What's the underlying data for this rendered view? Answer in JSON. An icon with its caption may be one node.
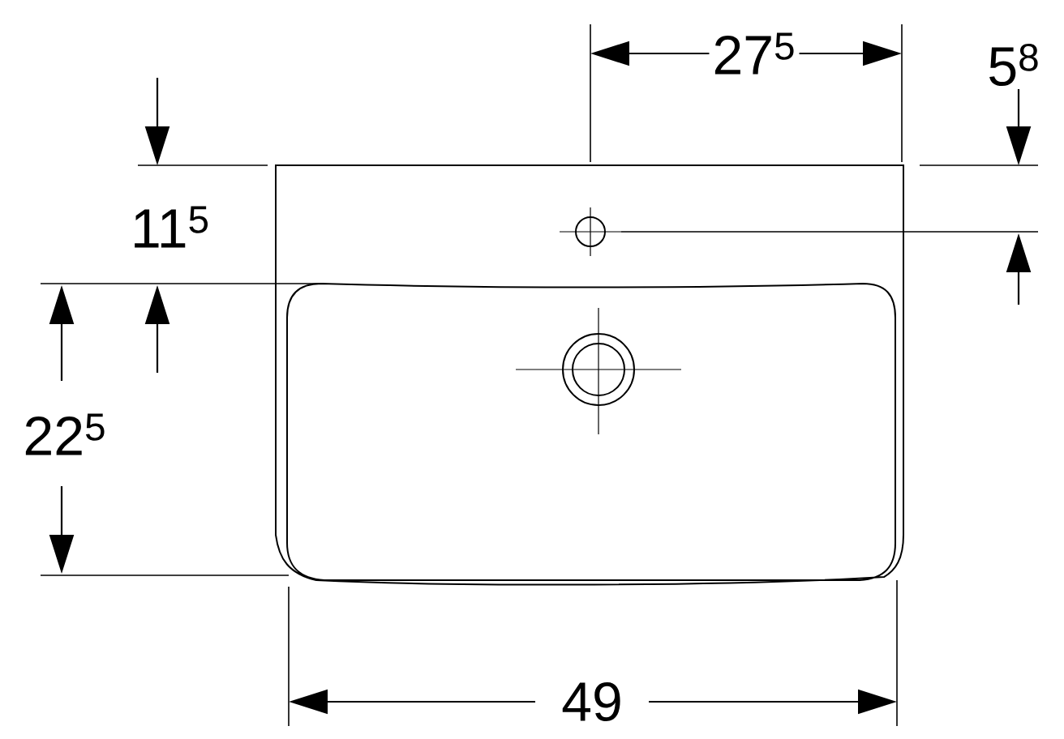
{
  "diagram": {
    "labels": [
      "27$^{5}$",
      "5$^{8}$",
      "11$^{5}$",
      "22$^{5}$",
      "49"
    ]
  }
}
